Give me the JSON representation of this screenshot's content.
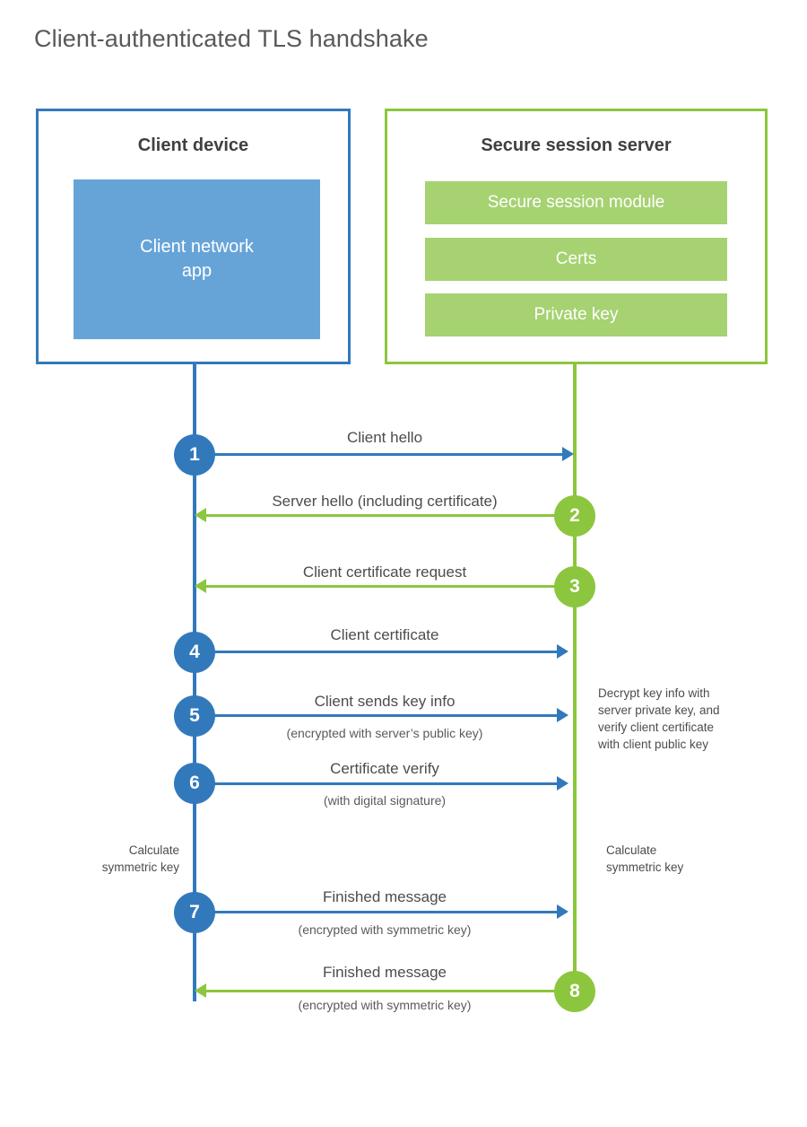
{
  "title": "Client-authenticated TLS handshake",
  "colors": {
    "blue_border": "#3279bc",
    "blue_fill": "#66a4d8",
    "green_border": "#8cc63e",
    "green_fill": "#a6d272",
    "title_text": "#59595b",
    "body_text": "#4c4c4e"
  },
  "panels": {
    "client": {
      "title": "Client device",
      "app_label": "Client network\napp"
    },
    "server": {
      "title": "Secure session server",
      "bars": [
        {
          "label": "Secure session module"
        },
        {
          "label": "Certs"
        },
        {
          "label": "Private key"
        }
      ]
    }
  },
  "steps": [
    {
      "number": "1",
      "label": "Client hello",
      "sub": "",
      "direction": "right",
      "color": "blue"
    },
    {
      "number": "2",
      "label": "Server hello (including certificate)",
      "sub": "",
      "direction": "left",
      "color": "green"
    },
    {
      "number": "3",
      "label": "Client certificate request",
      "sub": "",
      "direction": "left",
      "color": "green"
    },
    {
      "number": "4",
      "label": "Client certificate",
      "sub": "",
      "direction": "right",
      "color": "blue"
    },
    {
      "number": "5",
      "label": "Client sends key info",
      "sub": "(encrypted with server’s public key)",
      "direction": "right",
      "color": "blue"
    },
    {
      "number": "6",
      "label": "Certificate verify",
      "sub": "(with digital signature)",
      "direction": "right",
      "color": "blue"
    },
    {
      "number": "7",
      "label": "Finished message",
      "sub": "(encrypted with symmetric key)",
      "direction": "right",
      "color": "blue"
    },
    {
      "number": "8",
      "label": "Finished message",
      "sub": "(encrypted with symmetric key)",
      "direction": "left",
      "color": "green"
    }
  ],
  "notes": {
    "server_decrypt": "Decrypt key info with\nserver private key, and\nverify client certificate\nwith client public key",
    "client_calc": "Calculate\nsymmetric key",
    "server_calc": "Calculate\nsymmetric key"
  }
}
